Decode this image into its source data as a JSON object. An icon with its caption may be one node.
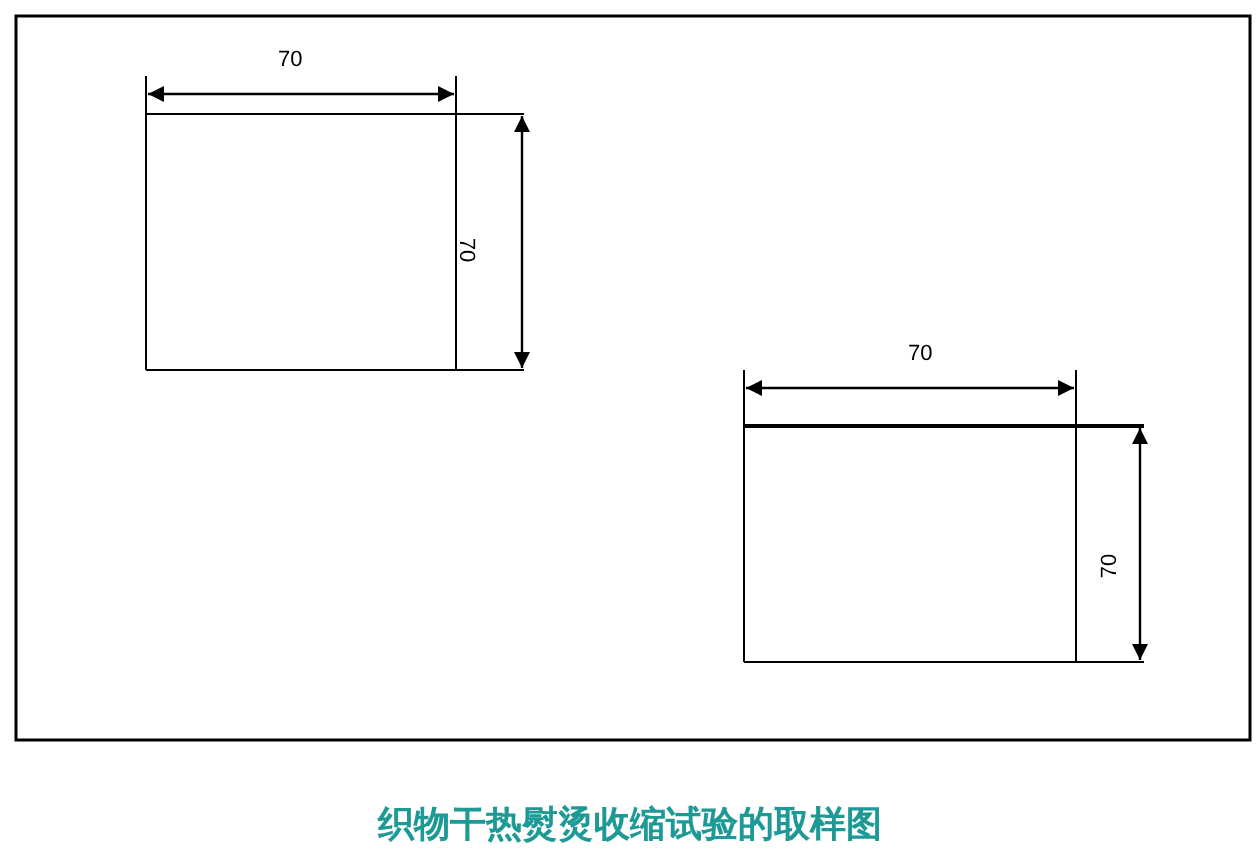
{
  "diagram": {
    "caption": "织物干热熨烫收缩试验的取样图",
    "labels": [
      "70",
      "70",
      "70",
      "70"
    ]
  }
}
